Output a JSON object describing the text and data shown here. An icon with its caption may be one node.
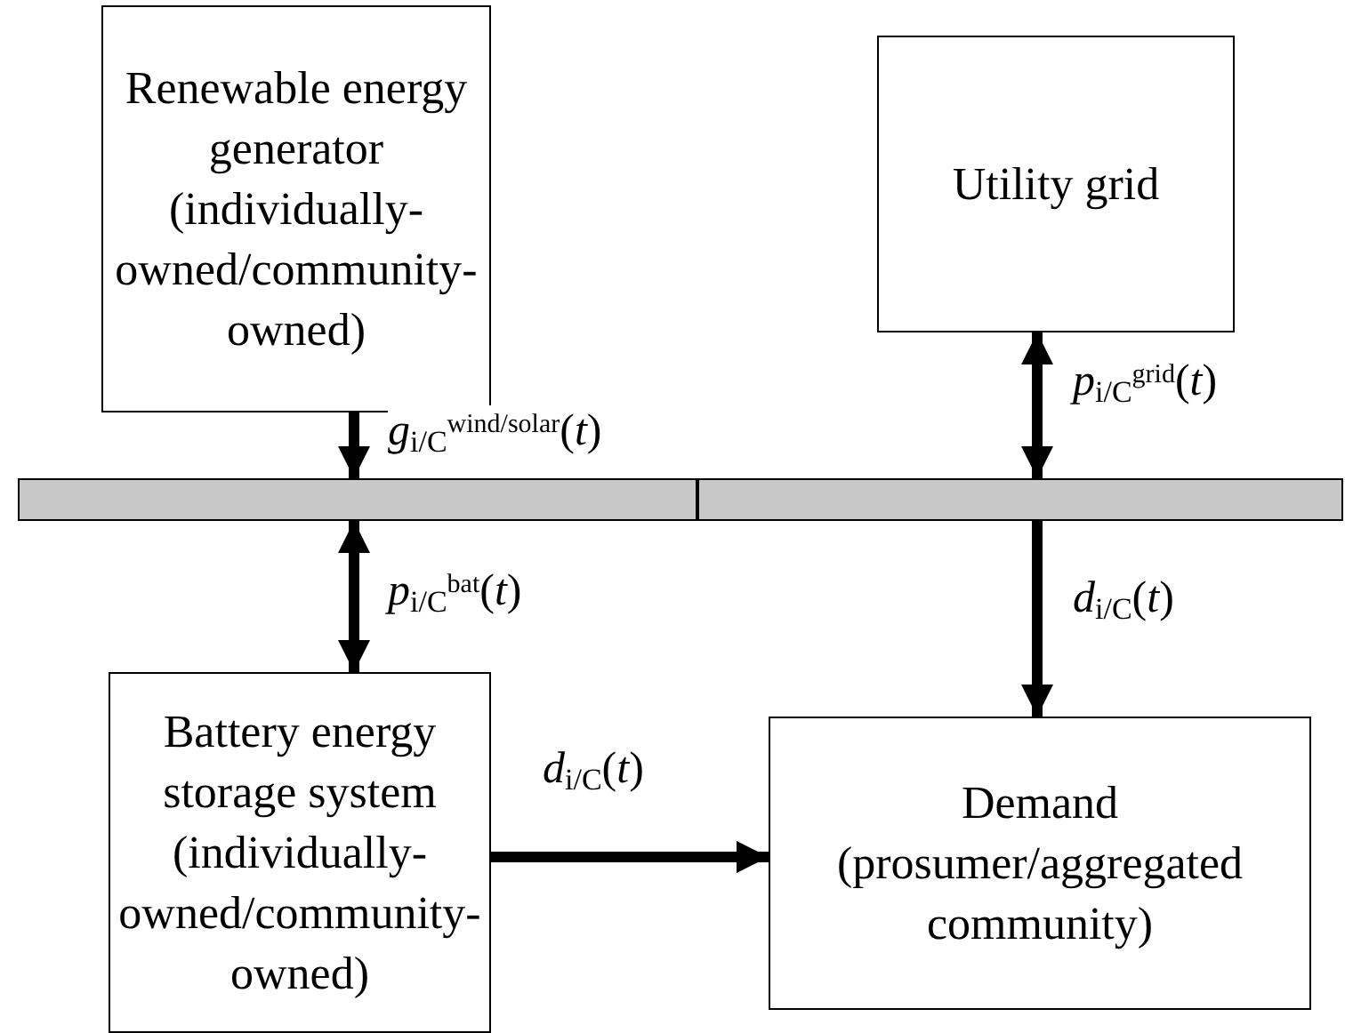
{
  "diagram": {
    "nodes": [
      {
        "text": [
          "Renewable energy generator (individually-owned/community-owned)"
        ]
      },
      {
        "text": [
          "Utility grid"
        ]
      },
      {
        "text": [],
        "shape": "bar"
      },
      {
        "text": [],
        "shape": "bar"
      },
      {
        "text": [
          "Battery energy storage system (individually-owned/community-owned)"
        ]
      },
      {
        "text": [
          "Demand (prosumer/aggregated community)"
        ]
      }
    ],
    "edges": [
      {
        "from": 0,
        "to": 2,
        "arrow": "to",
        "label": "*g*$_{i/C}$$^{wind/solar}$(*t*)"
      },
      {
        "from": 1,
        "to": 3,
        "arrow": "both",
        "label": "*p*$_{i/C}$$^{grid}$(*t*)"
      },
      {
        "from": 2,
        "to": 4,
        "arrow": "both",
        "label": "*p*$_{i/C}$$^{bat}$(*t*)"
      },
      {
        "from": 3,
        "to": 5,
        "arrow": "to",
        "label": "*d*$_{i/C}$(*t*)"
      },
      {
        "from": 4,
        "to": 5,
        "arrow": "to",
        "label": "*d*$_{i/C}$(*t*)"
      }
    ]
  }
}
